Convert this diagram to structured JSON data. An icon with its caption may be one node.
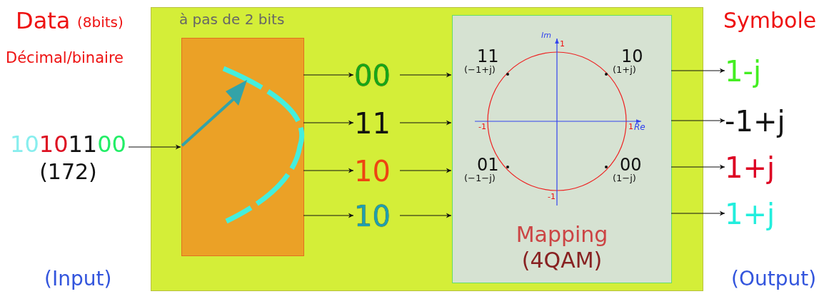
{
  "diagram": {
    "nodes": [
      {
        "text": [],
        "shape": "box"
      },
      {
        "text": [
          "10101100",
          "(172)"
        ]
      },
      {
        "text": [
          "à pas de 2 bits"
        ],
        "in": 0
      },
      {
        "text": [
          "00"
        ],
        "in": 0
      },
      {
        "text": [
          "11"
        ],
        "in": 0
      },
      {
        "text": [
          "10"
        ],
        "in": 0
      },
      {
        "text": [
          "10"
        ],
        "in": 0
      },
      {
        "text": [
          "Mapping",
          "(4QAM)"
        ],
        "in": 0
      },
      {
        "text": [
          "1-j"
        ]
      },
      {
        "text": [
          "-1+j"
        ]
      },
      {
        "text": [
          "1+j"
        ]
      },
      {
        "text": [
          "1+j"
        ]
      }
    ],
    "edges": [
      {
        "from": 1,
        "to": 2,
        "arrow": "to"
      },
      {
        "from": 2,
        "to": 3,
        "arrow": "to"
      },
      {
        "from": 2,
        "to": 4,
        "arrow": "to"
      },
      {
        "from": 2,
        "to": 5,
        "arrow": "to"
      },
      {
        "from": 2,
        "to": 6,
        "arrow": "to"
      },
      {
        "from": 3,
        "to": 7,
        "arrow": "to"
      },
      {
        "from": 4,
        "to": 7,
        "arrow": "to"
      },
      {
        "from": 5,
        "to": 7,
        "arrow": "to"
      },
      {
        "from": 6,
        "to": 7,
        "arrow": "to"
      },
      {
        "from": 7,
        "to": 8,
        "arrow": "to"
      },
      {
        "from": 7,
        "to": 9,
        "arrow": "to"
      },
      {
        "from": 7,
        "to": 10,
        "arrow": "to"
      },
      {
        "from": 7,
        "to": 11,
        "arrow": "to"
      }
    ],
    "labels": [
      "Data",
      "(8bits)",
      "Décimal/binaire",
      "Symbole",
      "(Input)",
      "(Output)",
      "Im",
      "1",
      "11",
      "(−1+j)",
      "10",
      "(1+j)",
      "-1",
      "1",
      "Re",
      "01",
      "(−1−j)",
      "00",
      "(1−j)",
      "-1"
    ]
  }
}
